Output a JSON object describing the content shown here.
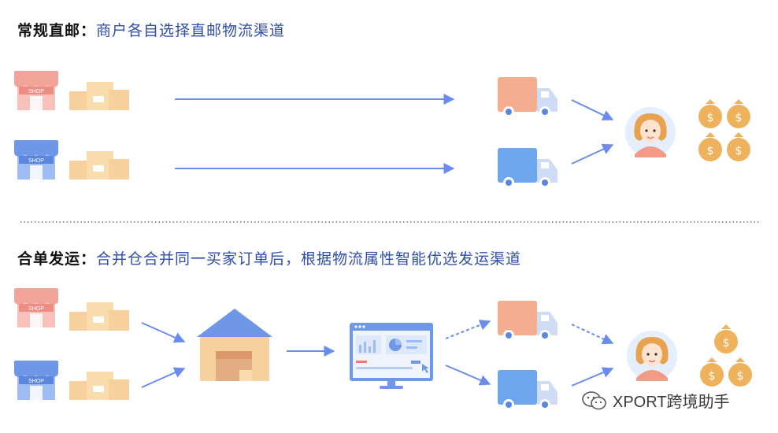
{
  "sections": [
    {
      "bold": "常规直邮：",
      "desc": "商户各自选择直邮物流渠道"
    },
    {
      "bold": "合单发运：",
      "desc": "合并仓合并同一买家订单后，根据物流属性智能优选发运渠道"
    }
  ],
  "shop_sign": "SHOP",
  "currency_symbol": "$",
  "watermark": "XPORT跨境助手",
  "colors": {
    "shop_red": "#f2a39a",
    "shop_blue": "#6f97e8",
    "truck_orange": "#f5ad8f",
    "truck_blue": "#6ea6ee",
    "arrow": "#6a8cf0",
    "box": "#f6d19d",
    "money": "#eeb25c",
    "title_blue": "#2f4ea8"
  }
}
